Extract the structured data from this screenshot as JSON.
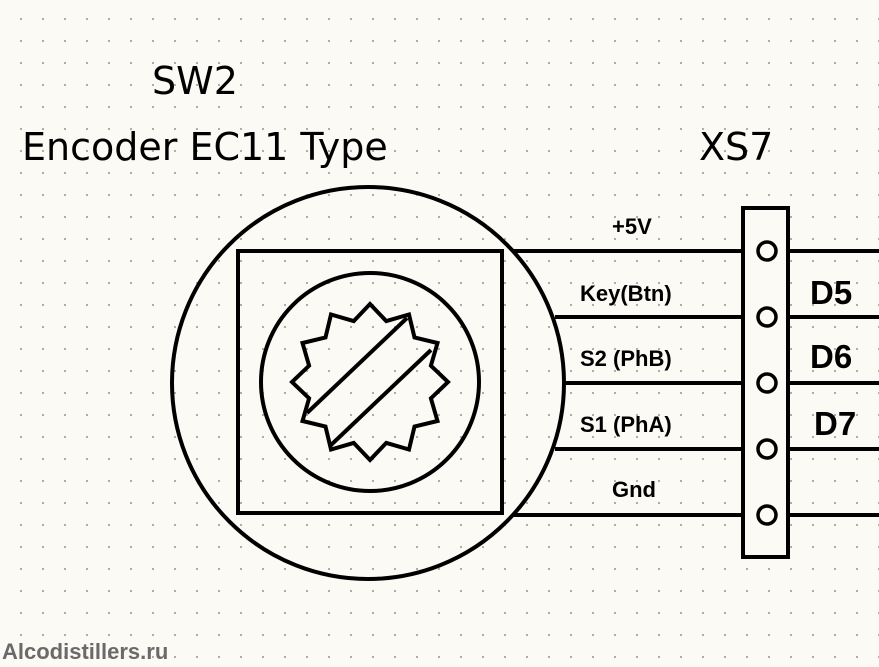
{
  "component": {
    "designator": "SW2",
    "type": "Encoder EC11 Type"
  },
  "connector": {
    "designator": "XS7"
  },
  "pins": [
    {
      "label": "+5V",
      "net": ""
    },
    {
      "label": "Key(Btn)",
      "net": "D5"
    },
    {
      "label": "S2 (PhB)",
      "net": "D6"
    },
    {
      "label": "S1 (PhA)",
      "net": "D7"
    },
    {
      "label": "Gnd",
      "net": ""
    }
  ],
  "watermark": "Alcodistillers.ru",
  "colors": {
    "background": "#fbfaf4",
    "line": "#000000",
    "grid_dot": "#9a9a9a",
    "watermark": "#6a6a6a"
  }
}
